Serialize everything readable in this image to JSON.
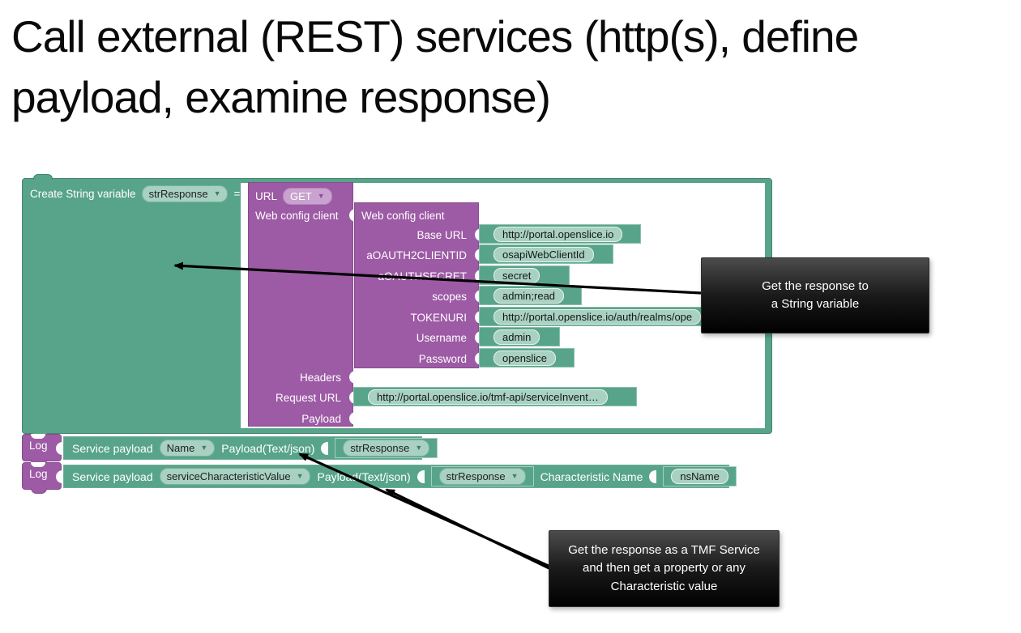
{
  "slide": {
    "title_lines": [
      "Call external (REST) services (http(s), define",
      "payload, examine response)"
    ]
  },
  "colors": {
    "teal": "#58a48b",
    "teal_border": "#43846d",
    "teal_field": "#a8d1c2",
    "purple": "#9d5aa5",
    "purple_field": "#c9a2cf",
    "callout_bg": "#000000",
    "arrow": "#000000",
    "text_on_block": "#ffffff"
  },
  "create_block": {
    "label": "Create String variable",
    "variable": "strResponse",
    "operator": "="
  },
  "url_block": {
    "title": "URL",
    "method": "GET",
    "client_label": "Web config client",
    "headers_label": "Headers",
    "request_url_label": "Request URL",
    "payload_label": "Payload"
  },
  "web_config_block": {
    "title": "Web config client",
    "fields": [
      {
        "label": "Base URL",
        "value": "http://portal.openslice.io"
      },
      {
        "label": "aOAUTH2CLIENTID",
        "value": "osapiWebClientId"
      },
      {
        "label": "aOAUTHSECRET",
        "value": "secret"
      },
      {
        "label": "scopes",
        "value": "admin;read"
      },
      {
        "label": "TOKENURI",
        "value": "http://portal.openslice.io/auth/realms/ope"
      },
      {
        "label": "Username",
        "value": "admin"
      },
      {
        "label": "Password",
        "value": "openslice"
      }
    ]
  },
  "request_url_value": "http://portal.openslice.io/tmf-api/serviceInvent…",
  "log1": {
    "log": "Log",
    "prefix": "Service payload",
    "selector": "Name",
    "payload_label": "Payload(Text/json)",
    "value": "strResponse"
  },
  "log2": {
    "log": "Log",
    "prefix": "Service payload",
    "selector": "serviceCharacteristicValue",
    "payload_label": "Payload(Text/json)",
    "value": "strResponse",
    "characteristic_label": "Characteristic Name",
    "characteristic_value": "nsName"
  },
  "callouts": [
    {
      "lines": [
        "Get the response to",
        "a String variable"
      ]
    },
    {
      "lines": [
        "Get the response as a TMF Service",
        "and then get a property or any",
        "Characteristic value"
      ]
    }
  ]
}
